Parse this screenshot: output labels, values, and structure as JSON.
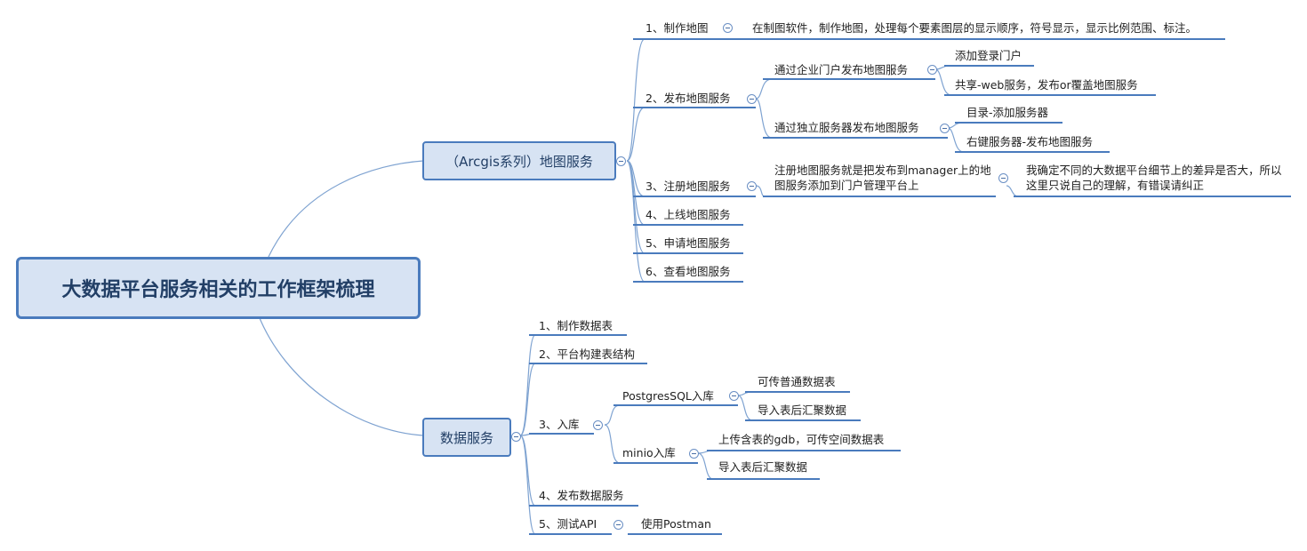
{
  "root": {
    "title": "大数据平台服务相关的工作框架梳理"
  },
  "arcgis": {
    "title": "（Arcgis系列）地图服务",
    "steps": [
      {
        "label": "1、制作地图",
        "detail": "在制图软件，制作地图，处理每个要素图层的显示顺序，符号显示，显示比例范围、标注。"
      },
      {
        "label": "2、发布地图服务",
        "portal": {
          "label": "通过企业门户发布地图服务",
          "items": [
            "添加登录门户",
            "共享-web服务，发布or覆盖地图服务"
          ]
        },
        "server": {
          "label": "通过独立服务器发布地图服务",
          "items": [
            "目录-添加服务器",
            "右键服务器-发布地图服务"
          ]
        }
      },
      {
        "label": "3、注册地图服务",
        "detail": "注册地图服务就是把发布到manager上的地图服务添加到门户管理平台上",
        "note": "我确定不同的大数据平台细节上的差异是否大，所以这里只说自己的理解，有错误请纠正"
      },
      {
        "label": "4、上线地图服务"
      },
      {
        "label": "5、申请地图服务"
      },
      {
        "label": "6、查看地图服务"
      }
    ]
  },
  "data": {
    "title": "数据服务",
    "steps": [
      {
        "label": "1、制作数据表"
      },
      {
        "label": "2、平台构建表结构"
      },
      {
        "label": "3、入库",
        "postgres": {
          "label": "PostgresSQL入库",
          "items": [
            "可传普通数据表",
            "导入表后汇聚数据"
          ]
        },
        "minio": {
          "label": "minio入库",
          "items": [
            "上传含表的gdb，可传空间数据表",
            "导入表后汇聚数据"
          ]
        }
      },
      {
        "label": "4、发布数据服务"
      },
      {
        "label": "5、测试API",
        "detail": "使用Postman"
      }
    ]
  },
  "colors": {
    "line": "#4a7bbd",
    "curve": "#7fa3d1",
    "fill": "#d7e3f3",
    "text": "#223f66"
  }
}
